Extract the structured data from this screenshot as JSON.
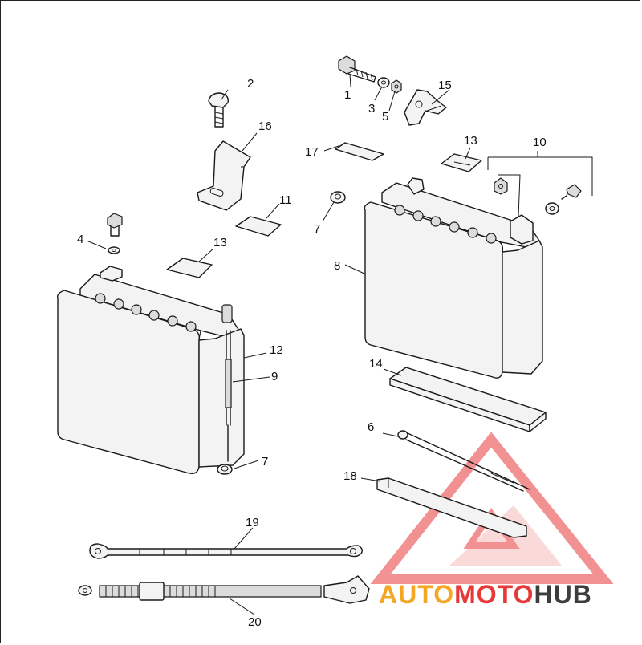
{
  "parts": [
    {
      "key": "p1",
      "label": "1"
    },
    {
      "key": "p2",
      "label": "2"
    },
    {
      "key": "p3",
      "label": "3"
    },
    {
      "key": "p4",
      "label": "4"
    },
    {
      "key": "p5",
      "label": "5"
    },
    {
      "key": "p6",
      "label": "6"
    },
    {
      "key": "p7a",
      "label": "7"
    },
    {
      "key": "p7b",
      "label": "7"
    },
    {
      "key": "p8",
      "label": "8"
    },
    {
      "key": "p9",
      "label": "9"
    },
    {
      "key": "p10",
      "label": "10"
    },
    {
      "key": "p11",
      "label": "11"
    },
    {
      "key": "p12",
      "label": "12"
    },
    {
      "key": "p13a",
      "label": "13"
    },
    {
      "key": "p13b",
      "label": "13"
    },
    {
      "key": "p14",
      "label": "14"
    },
    {
      "key": "p15",
      "label": "15"
    },
    {
      "key": "p16",
      "label": "16"
    },
    {
      "key": "p17",
      "label": "17"
    },
    {
      "key": "p18",
      "label": "18"
    },
    {
      "key": "p19",
      "label": "19"
    },
    {
      "key": "p20",
      "label": "20"
    }
  ],
  "watermark": {
    "text_part1": "AUTO",
    "text_part2": "MOTO",
    "text_part3": "HUB",
    "color_red": "#e8393a",
    "color_orange": "#f5a623",
    "color_gray": "#3d3d3d"
  }
}
